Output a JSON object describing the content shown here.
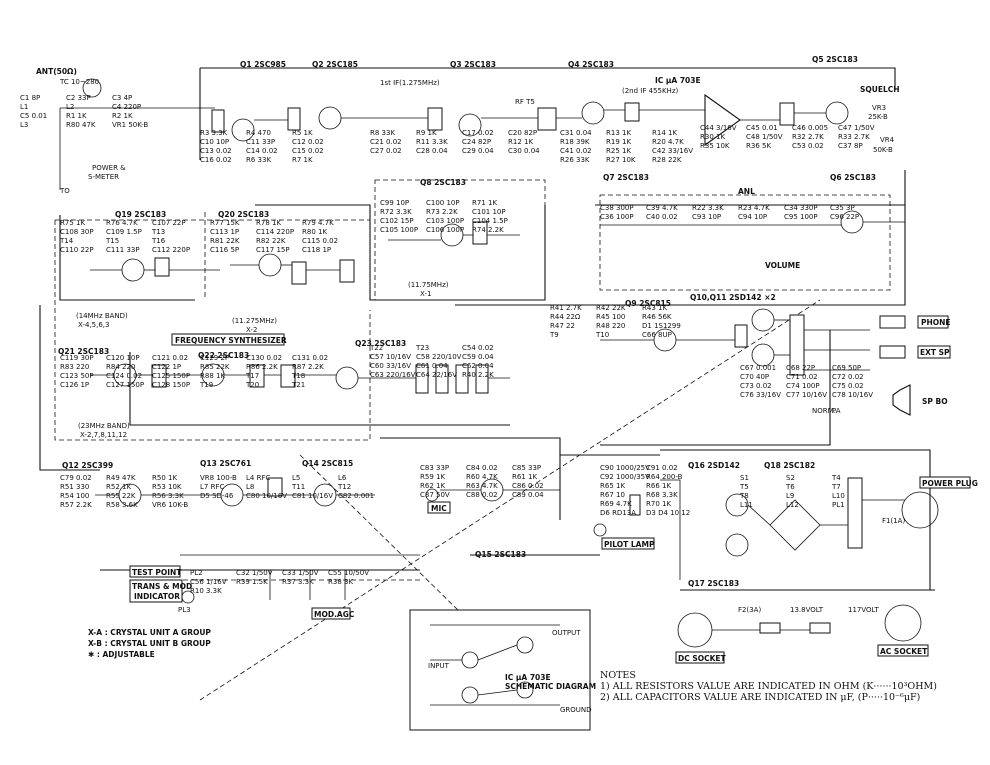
{
  "components": {
    "Q1": "Q1 2SC985",
    "Q2": "Q2 2SC185",
    "Q3": "Q3 2SC183",
    "Q4": "Q4 2SC183",
    "Q5": "Q5 2SC183",
    "Q6": "Q6 2SC183",
    "Q7": "Q7 2SC183",
    "Q8": "Q8 2SC183",
    "Q9": "Q9 2SC815",
    "Q10": "Q10,Q11 2SD142 ×2",
    "Q12": "Q12 2SC399",
    "Q13": "Q13 2SC761",
    "Q14": "Q14 2SC815",
    "Q15": "Q15 2SC183",
    "Q16": "Q16 2SD142",
    "Q17": "Q17 2SC183",
    "Q18": "Q18 2SC182",
    "Q19": "Q19 2SC183",
    "Q20": "Q20 2SC183",
    "Q21": "Q21 2SC183",
    "Q22": "Q22 2SC183",
    "Q23": "Q23 2SC183",
    "IC": "IC μA 703E"
  },
  "labels": {
    "ant": "ANT(50Ω)",
    "ant_tc": "TC 10~280",
    "squelch": "SQUELCH",
    "vr3": "VR3",
    "vr3_val": "25K-B",
    "vr4": "VR4",
    "vr4_val": "50K-B",
    "first_if": "1st IF(1.275MHz)",
    "second_if": "(2nd IF 455KHz)",
    "rf": "RF T5",
    "anl": "ANL",
    "volume": "VOLUME",
    "freq_synth": "FREQUENCY SYNTHESIZER",
    "band_14": "(14MHz BAND)",
    "band_14_sub": "X-4,5,6,3",
    "band_23": "(23MHz BAND)",
    "band_23_sub": "X-2,7,8,11,12",
    "mhz_11275": "(11.275MHz)",
    "x2": "X-2",
    "mhz_1175": "(11.75MHz)",
    "x1": "X-1",
    "phone": "PHONE",
    "ext_sp": "EXT SP",
    "sp_bo": "SP BO",
    "norm": "NORM.",
    "pa": "PA",
    "mic": "MIC",
    "pilot_lamp": "PILOT LAMP",
    "test_point": "TEST POINT",
    "trans_mod": "TRANS & MOD",
    "indicator": "INDICATOR",
    "pl3": "PL3",
    "mod_agc": "MOD.AGC",
    "power_plug": "POWER PLUG",
    "dc_socket": "DC SOCKET",
    "ac_socket": "AC SOCKET",
    "fuse1": "F1(1A)",
    "fuse2": "F2(3A)",
    "volt138": "13.8VOLT",
    "volt117": "117VOLT",
    "ic_title_1": "IC μA 703E",
    "ic_title_2": "SCHEMATIC DIAGRAM",
    "ic_output": "OUTPUT",
    "ic_input": "INPUT",
    "ic_ground": "GROUND",
    "power_sw": "POWER &",
    "s_meter": "S-METER",
    "to": "TO"
  },
  "legend": {
    "line1": "X-A : CRYSTAL UNIT A GROUP",
    "line2": "X-B : CRYSTAL UNIT B GROUP",
    "line3": "✱ : ADJUSTABLE"
  },
  "notes": {
    "title": "NOTES",
    "line1": "1) ALL RESISTORS VALUE ARE INDICATED IN OHM (K······10³OHM)",
    "line2": "2) ALL CAPACITORS VALUE ARE INDICATED IN μF, (P·····10⁻⁶μF)"
  },
  "parts": [
    "C1 8P",
    "C2 33P",
    "C3 4P",
    "L1",
    "L2",
    "C4 220P",
    "C5 0.01",
    "R1 1K",
    "R2 1K",
    "L3",
    "R80 47K",
    "VR1 50K-B",
    "R3 3.3K",
    "R4 470",
    "R5 1K",
    "C10 10P",
    "C11 33P",
    "C12 0.02",
    "C13 0.02",
    "C14 0.02",
    "C15 0.02",
    "C16 0.02",
    "R6 33K",
    "R7 1K",
    "R8 33K",
    "R9 1K",
    "C17 0.02",
    "C20 82P",
    "C21 0.02",
    "R11 3.3K",
    "C24 82P",
    "R12 1K",
    "C27 0.02",
    "C28 0.04",
    "C29 0.04",
    "C30 0.04",
    "C31 0.04",
    "R13 1K",
    "R14 1K",
    "R18 39K",
    "R19 1K",
    "R20 4.7K",
    "C41 0.02",
    "R25 1K",
    "C42 33/16V",
    "R26 33K",
    "R27 10K",
    "R28 22K",
    "C44 3/16V",
    "C45 0.01",
    "C46 0.005",
    "C47 1/50V",
    "R30 1K",
    "C48 1/50V",
    "R32 2.7K",
    "R33 2.7K",
    "R35 10K",
    "R36 5K",
    "C53 0.02",
    "C37 8P",
    "C38 300P",
    "C39 4.7K",
    "R22 3.3K",
    "R23 4.7K",
    "C34 330P",
    "C35 3P",
    "C36 100P",
    "C40 0.02",
    "C93 10P",
    "C94 10P",
    "C95 100P",
    "C96 22P",
    "C99 10P",
    "C100 10P",
    "R71 1K",
    "R72 3.3K",
    "R73 2.2K",
    "C101 10P",
    "C102 15P",
    "C103 100P",
    "C104 1.5P",
    "C105 100P",
    "C106 100P",
    "R74 2.2K",
    "R75 1K",
    "R76 4.7K",
    "C107 22P",
    "C108 30P",
    "C109 1.5P",
    "T13",
    "T14",
    "T15",
    "T16",
    "C110 22P",
    "C111 33P",
    "C112 220P",
    "R77 15K",
    "R78 1K",
    "R79 4.7K",
    "C113 1P",
    "C114 220P",
    "R80 1K",
    "R81 22K",
    "R82 22K",
    "C115 0.02",
    "C116 5P",
    "C117 15P",
    "C118 1P",
    "C119 30P",
    "C120 10P",
    "C121 0.02",
    "R83 220",
    "R84 220",
    "C122 1P",
    "C123 50P",
    "C124 0.02",
    "C125 150P",
    "C126 1P",
    "C127 150P",
    "C128 150P",
    "C129 2P",
    "C130 0.02",
    "C131 0.02",
    "R85 22K",
    "R86 2.2K",
    "R87 2.2K",
    "R88 1K",
    "T17",
    "T18",
    "T19",
    "T20",
    "T21",
    "T22",
    "T23",
    "C54 0.02",
    "C57 10/16V",
    "C58 220/10V",
    "C59 0.04",
    "C60 33/16V",
    "C61 0.04",
    "C62 0.04",
    "C63 220/16V",
    "C64 22/16V",
    "R40 2.2K",
    "R41 2.7K",
    "R42 22K",
    "R43 1K",
    "R44 22Ω",
    "R45 100",
    "R46 56K",
    "R47 22",
    "R48 220",
    "D1 1S1299",
    "T9",
    "T10",
    "C66 8UP",
    "C67 0.001",
    "C68 22P",
    "C69 50P",
    "C70 40P",
    "C71 0.02",
    "C72 0.02",
    "C73 0.02",
    "C74 100P",
    "C75 0.02",
    "C76 33/16V",
    "C77 10/16V",
    "C78 10/16V",
    "C79 0.02",
    "R49 47K",
    "R50 1K",
    "R51 330",
    "R52 1K",
    "R53 10K",
    "R54 100",
    "R55 22K",
    "R56 3.3K",
    "R57 2.2K",
    "R58 3.6K",
    "VR6 10K-B",
    "VR8 100-B",
    "L4 RFC",
    "L5",
    "L6",
    "L7 RFC",
    "L8",
    "T11",
    "T12",
    "D5 SD-46",
    "C80 10/16V",
    "C81 10/16V",
    "C82 0.001",
    "C83 33P",
    "C84 0.02",
    "C85 33P",
    "R59 1K",
    "R60 4.7K",
    "R61 1K",
    "R62 1K",
    "R63 4.7K",
    "C86 0.02",
    "C87 50V",
    "C88 0.02",
    "C89 0.04",
    "C90 1000/25V",
    "C91 0.02",
    "C92 1000/35V",
    "R64 200-B",
    "R65 1K",
    "R66 1K",
    "R67 10",
    "R68 3.3K",
    "R69 4.7K",
    "R70 1K",
    "D6 RD13A",
    "D3 D4 10 12",
    "S1",
    "S2",
    "T4",
    "T5",
    "T6",
    "T7",
    "T8",
    "L9",
    "L10",
    "L11",
    "L12",
    "PL1",
    "PL2",
    "C32 1/50V",
    "C33 1/50V",
    "C55 10/50V",
    "C56 1/16V",
    "R39 1.5K",
    "R37 3.3K",
    "R38 3K",
    "R10 3.3K"
  ]
}
